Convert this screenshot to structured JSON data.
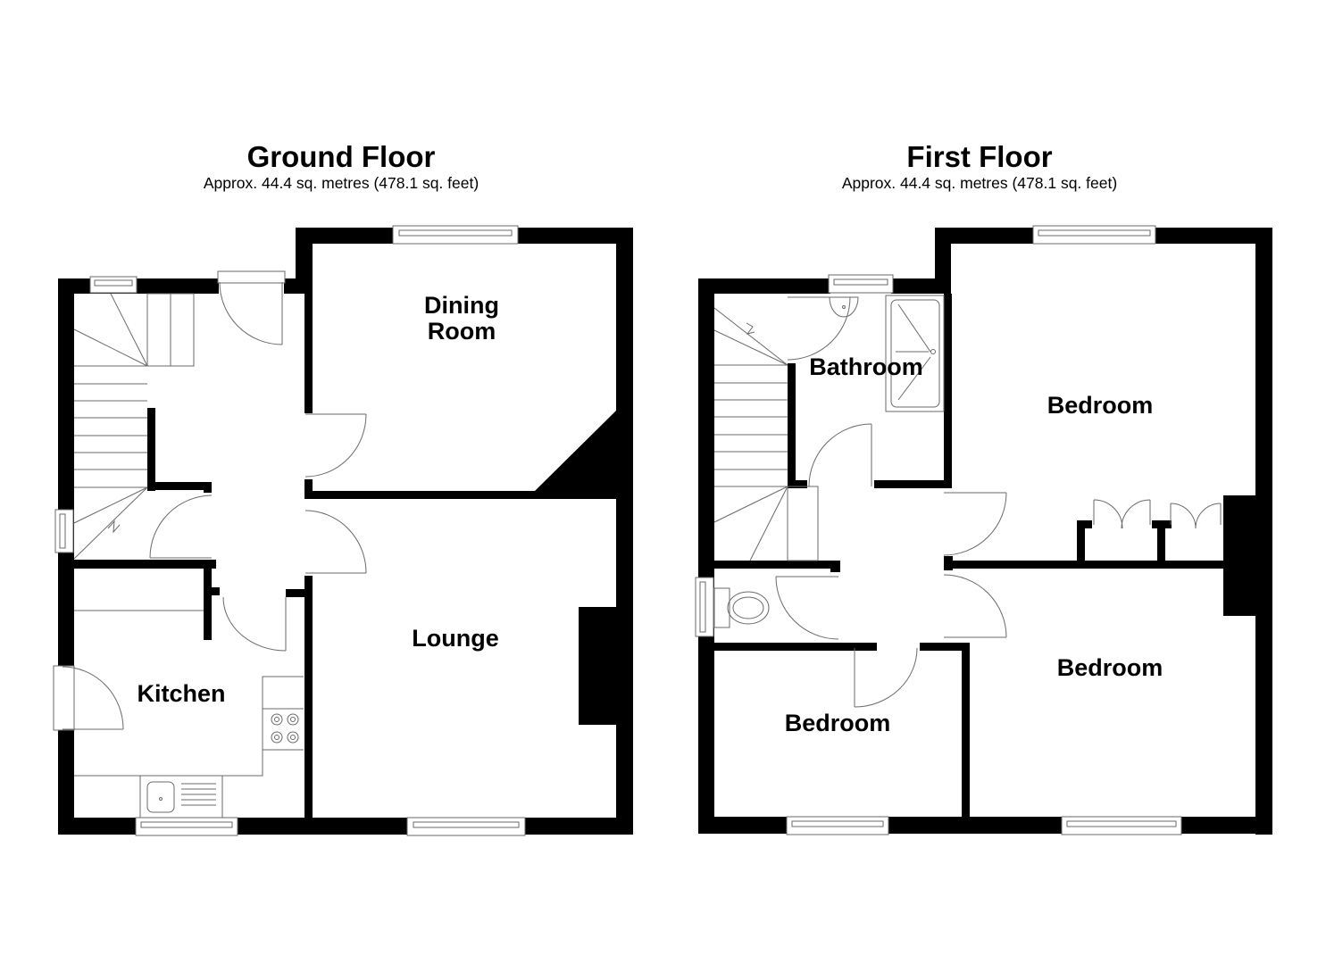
{
  "floors": [
    {
      "id": "ground",
      "title": "Ground Floor",
      "area": "Approx. 44.4 sq. metres (478.1 sq. feet)",
      "rooms": [
        {
          "label": "Dining\nRoom"
        },
        {
          "label": "Lounge"
        },
        {
          "label": "Kitchen"
        }
      ]
    },
    {
      "id": "first",
      "title": "First Floor",
      "area": "Approx. 44.4 sq. metres (478.1 sq. feet)",
      "rooms": [
        {
          "label": "Bathroom"
        },
        {
          "label": "Bedroom"
        },
        {
          "label": "Bedroom"
        },
        {
          "label": "Bedroom"
        }
      ]
    }
  ],
  "colors": {
    "wall": "#000000",
    "fixture_line": "#6a6a6a",
    "background": "#ffffff"
  }
}
